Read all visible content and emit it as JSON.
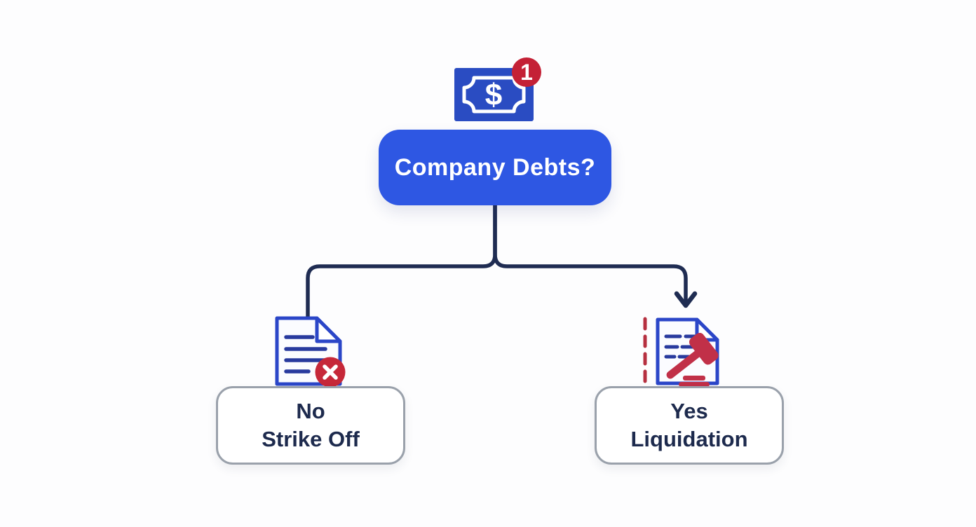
{
  "flowchart": {
    "decision": {
      "label": "Company Debts?",
      "icon": "money-bill-icon",
      "currency_symbol": "$",
      "badge_count": "1"
    },
    "branches": [
      {
        "answer": "No",
        "outcome": "Strike Off",
        "icon": "document-rejected-icon"
      },
      {
        "answer": "Yes",
        "outcome": "Liquidation",
        "icon": "document-gavel-icon"
      }
    ],
    "colors": {
      "decision_fill": "#2e57e3",
      "decision_text": "#ffffff",
      "connector": "#1f2c52",
      "outcome_border": "#9aa1ab",
      "outcome_fill": "#ffffff",
      "outcome_text": "#1d2a4d",
      "bill_blue": "#2a4cc2",
      "badge_red": "#c42136",
      "rejected_badge_red": "#c62839",
      "document_outline_blue": "#2b46c8",
      "document_line_navy": "#283a9e",
      "gavel_red": "#c13048",
      "dashed_line_red": "#b63040",
      "background": "#fdfdfe"
    }
  }
}
